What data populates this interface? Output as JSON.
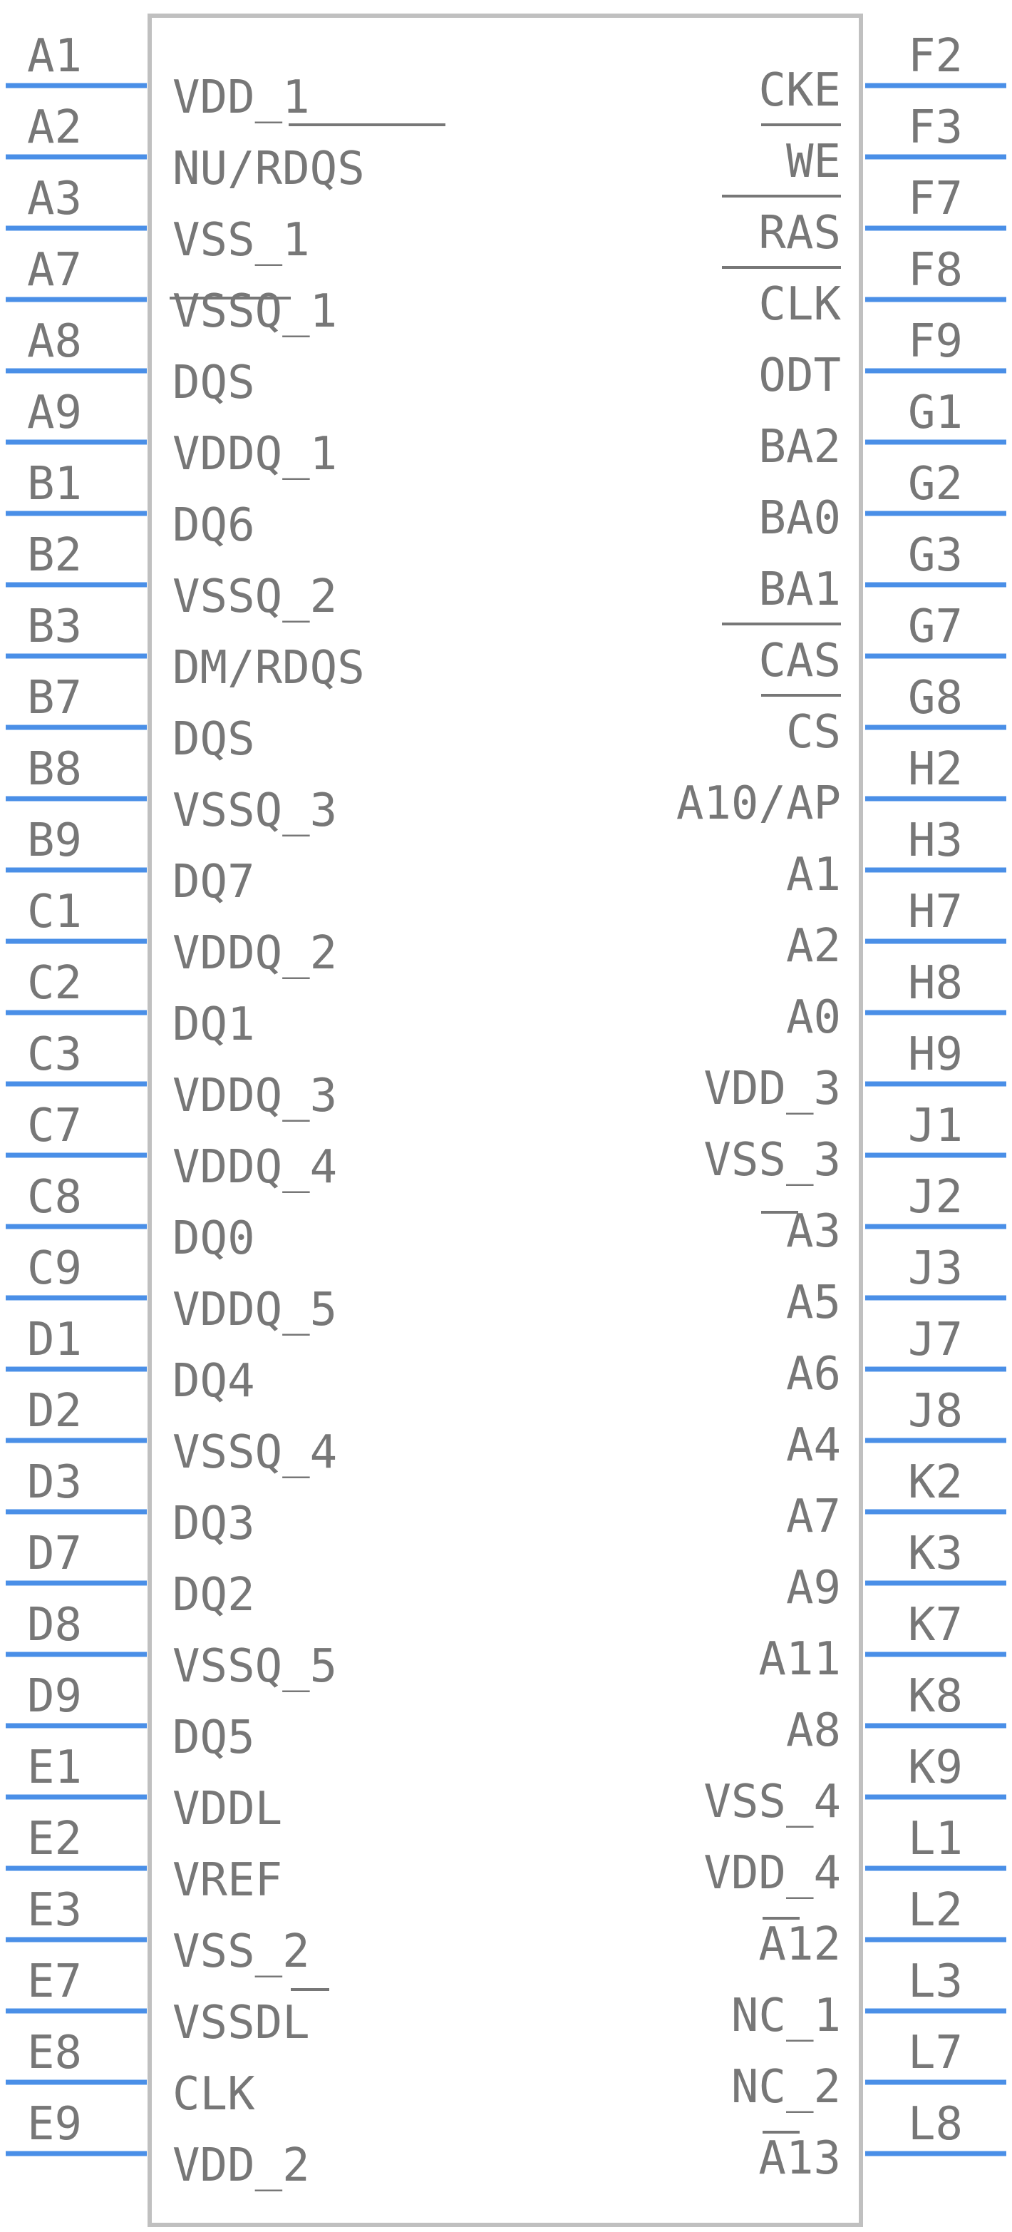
{
  "colors": {
    "pin": "#4a8fe7",
    "outline": "#c0c0c0",
    "text": "#777777"
  },
  "left_pins": [
    {
      "num": "A1",
      "name": "VDD_1"
    },
    {
      "num": "A2",
      "name": "NU/RDQS"
    },
    {
      "num": "A3",
      "name": "VSS_1"
    },
    {
      "num": "A7",
      "name": "VSSQ_1"
    },
    {
      "num": "A8",
      "name": "DQS"
    },
    {
      "num": "A9",
      "name": "VDDQ_1"
    },
    {
      "num": "B1",
      "name": "DQ6"
    },
    {
      "num": "B2",
      "name": "VSSQ_2"
    },
    {
      "num": "B3",
      "name": "DM/RDQS"
    },
    {
      "num": "B7",
      "name": "DQS"
    },
    {
      "num": "B8",
      "name": "VSSQ_3"
    },
    {
      "num": "B9",
      "name": "DQ7"
    },
    {
      "num": "C1",
      "name": "VDDQ_2"
    },
    {
      "num": "C2",
      "name": "DQ1"
    },
    {
      "num": "C3",
      "name": "VDDQ_3"
    },
    {
      "num": "C7",
      "name": "VDDQ_4"
    },
    {
      "num": "C8",
      "name": "DQ0"
    },
    {
      "num": "C9",
      "name": "VDDQ_5"
    },
    {
      "num": "D1",
      "name": "DQ4"
    },
    {
      "num": "D2",
      "name": "VSSQ_4"
    },
    {
      "num": "D3",
      "name": "DQ3"
    },
    {
      "num": "D7",
      "name": "DQ2"
    },
    {
      "num": "D8",
      "name": "VSSQ_5"
    },
    {
      "num": "D9",
      "name": "DQ5"
    },
    {
      "num": "E1",
      "name": "VDDL"
    },
    {
      "num": "E2",
      "name": "VREF"
    },
    {
      "num": "E3",
      "name": "VSS_2"
    },
    {
      "num": "E7",
      "name": "VSSDL"
    },
    {
      "num": "E8",
      "name": "CLK"
    },
    {
      "num": "E9",
      "name": "VDD_2"
    }
  ],
  "right_pins": [
    {
      "num": "F2",
      "name": "CKE"
    },
    {
      "num": "F3",
      "name": "WE"
    },
    {
      "num": "F7",
      "name": "RAS"
    },
    {
      "num": "F8",
      "name": "CLK"
    },
    {
      "num": "F9",
      "name": "ODT"
    },
    {
      "num": "G1",
      "name": "BA2"
    },
    {
      "num": "G2",
      "name": "BA0"
    },
    {
      "num": "G3",
      "name": "BA1"
    },
    {
      "num": "G7",
      "name": "CAS"
    },
    {
      "num": "G8",
      "name": "CS"
    },
    {
      "num": "H2",
      "name": "A10/AP"
    },
    {
      "num": "H3",
      "name": "A1"
    },
    {
      "num": "H7",
      "name": "A2"
    },
    {
      "num": "H8",
      "name": "A0"
    },
    {
      "num": "H9",
      "name": "VDD_3"
    },
    {
      "num": "J1",
      "name": "VSS_3"
    },
    {
      "num": "J2",
      "name": "A3"
    },
    {
      "num": "J3",
      "name": "A5"
    },
    {
      "num": "J7",
      "name": "A6"
    },
    {
      "num": "J8",
      "name": "A4"
    },
    {
      "num": "K2",
      "name": "A7"
    },
    {
      "num": "K3",
      "name": "A9"
    },
    {
      "num": "K7",
      "name": "A11"
    },
    {
      "num": "K8",
      "name": "A8"
    },
    {
      "num": "K9",
      "name": "VSS_4"
    },
    {
      "num": "L1",
      "name": "VDD_4"
    },
    {
      "num": "L2",
      "name": "A12"
    },
    {
      "num": "L3",
      "name": "NC_1"
    },
    {
      "num": "L7",
      "name": "NC_2"
    },
    {
      "num": "L8",
      "name": "A13"
    }
  ]
}
